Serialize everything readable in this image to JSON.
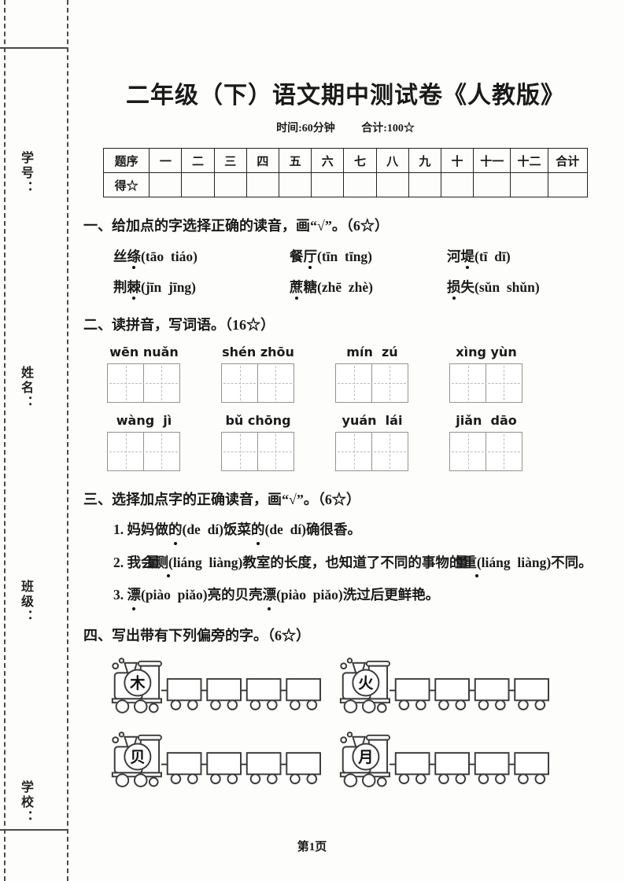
{
  "header": {
    "title": "二年级（下）语文期中测试卷《人教版》",
    "time": "时间:60分钟",
    "total": "合计:100☆"
  },
  "margin": {
    "labels": [
      "学号：",
      "姓名：",
      "班级：",
      "学校："
    ]
  },
  "score_table": {
    "columns": [
      "题序",
      "一",
      "二",
      "三",
      "四",
      "五",
      "六",
      "七",
      "八",
      "九",
      "十",
      "十一",
      "十二",
      "合计"
    ],
    "row_label": "得☆"
  },
  "section1": {
    "title": "一、给加点的字选择正确的读音，画“√”。（6☆）",
    "rows": [
      [
        [
          {
            "t": "丝"
          },
          {
            "t": "绦",
            "dot": true
          },
          {
            "t": "(tāo  tiáo)"
          }
        ],
        [
          {
            "t": "餐"
          },
          {
            "t": "厅",
            "dot": true
          },
          {
            "t": "(tīn  tīng)"
          }
        ],
        [
          {
            "t": "河"
          },
          {
            "t": "堤",
            "dot": true
          },
          {
            "t": "(tī  dī)"
          }
        ]
      ],
      [
        [
          {
            "t": "荆"
          },
          {
            "t": "棘",
            "dot": true
          },
          {
            "t": "(jīn  jīng)"
          }
        ],
        [
          {
            "t": "蔗",
            "dot": true
          },
          {
            "t": "糖(zhē  zhè)"
          }
        ],
        [
          {
            "t": "损",
            "dot": true
          },
          {
            "t": "失(sǔn  shǔn)"
          }
        ]
      ]
    ]
  },
  "section2": {
    "title": "二、读拼音，写词语。（16☆）",
    "rows": [
      [
        "wēn nuǎn",
        "shén zhōu",
        "mín  zú",
        "xìng yùn"
      ],
      [
        "wàng  jì",
        "bǔ chōng",
        "yuán  lái",
        "jiǎn  dāo"
      ]
    ]
  },
  "section3": {
    "title": "三、选择加点字的正确读音，画“√”。（6☆）",
    "sentences": [
      [
        {
          "t": "1. 妈妈做"
        },
        {
          "t": "的",
          "dot": true
        },
        {
          "t": "(de  dí)饭菜"
        },
        {
          "t": "的",
          "dot": true
        },
        {
          "t": "(de  dí)确很香。"
        }
      ],
      [
        {
          "t": "2. 我会测"
        },
        {
          "t": "量",
          "dot": true
        },
        {
          "t": "(liáng  liàng)教室的长度，也知道了不同的事物的重"
        },
        {
          "t": "量",
          "dot": true
        },
        {
          "t": "(liáng  liàng)不同。"
        }
      ],
      [
        {
          "t": "3. "
        },
        {
          "t": "漂",
          "dot": true
        },
        {
          "t": "(piào  piǎo)亮的贝壳"
        },
        {
          "t": "漂",
          "dot": true
        },
        {
          "t": "(piào  piǎo)洗过后更鲜艳。"
        }
      ]
    ]
  },
  "section4": {
    "title": "四、写出带有下列偏旁的字。（6☆）",
    "radicals": [
      "木",
      "火",
      "贝",
      "月"
    ]
  },
  "page": {
    "footer": "第1页"
  }
}
